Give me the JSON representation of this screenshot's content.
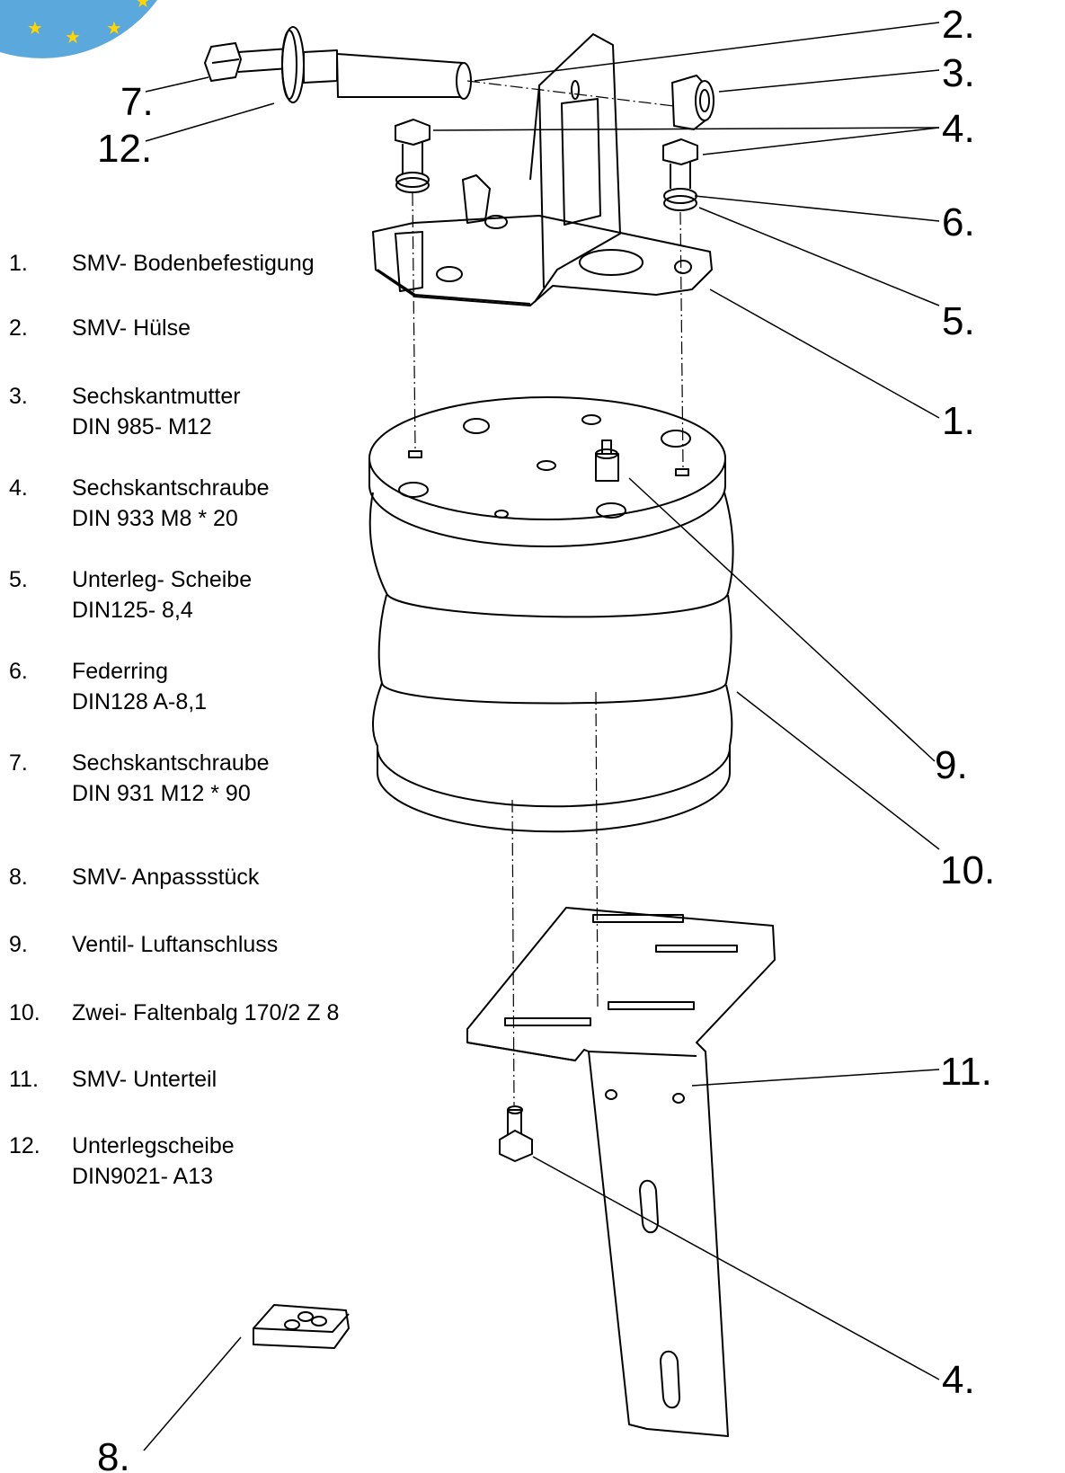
{
  "legend": [
    {
      "num": "1.",
      "lines": [
        "SMV- Bodenbefestigung"
      ]
    },
    {
      "num": "2.",
      "lines": [
        "SMV- Hülse"
      ]
    },
    {
      "num": "3.",
      "lines": [
        "Sechskantmutter",
        "DIN 985- M12"
      ]
    },
    {
      "num": "4.",
      "lines": [
        "Sechskantschraube",
        "DIN 933 M8 * 20"
      ]
    },
    {
      "num": "5.",
      "lines": [
        "Unterleg- Scheibe",
        "DIN125- 8,4"
      ]
    },
    {
      "num": "6.",
      "lines": [
        "Federring",
        "DIN128 A-8,1"
      ]
    },
    {
      "num": "7.",
      "lines": [
        "Sechskantschraube",
        "DIN 931 M12 * 90"
      ]
    },
    {
      "num": "8.",
      "lines": [
        "SMV- Anpassstück"
      ]
    },
    {
      "num": "9.",
      "lines": [
        "Ventil- Luftanschluss"
      ]
    },
    {
      "num": "10.",
      "lines": [
        "Zwei- Faltenbalg 170/2 Z 8"
      ]
    },
    {
      "num": "11.",
      "lines": [
        "SMV- Unterteil"
      ]
    },
    {
      "num": "12.",
      "lines": [
        "Unterlegscheibe",
        "DIN9021- A13"
      ]
    }
  ],
  "callouts": {
    "c1": "1.",
    "c2": "2.",
    "c3": "3.",
    "c4a": "4.",
    "c4b": "4.",
    "c5": "5.",
    "c6": "6.",
    "c7": "7.",
    "c8": "8.",
    "c9": "9.",
    "c10": "10.",
    "c11": "11.",
    "c12": "12."
  },
  "colors": {
    "line": "#000000",
    "logo": "#5aa8dc",
    "star": "#ffd400"
  }
}
